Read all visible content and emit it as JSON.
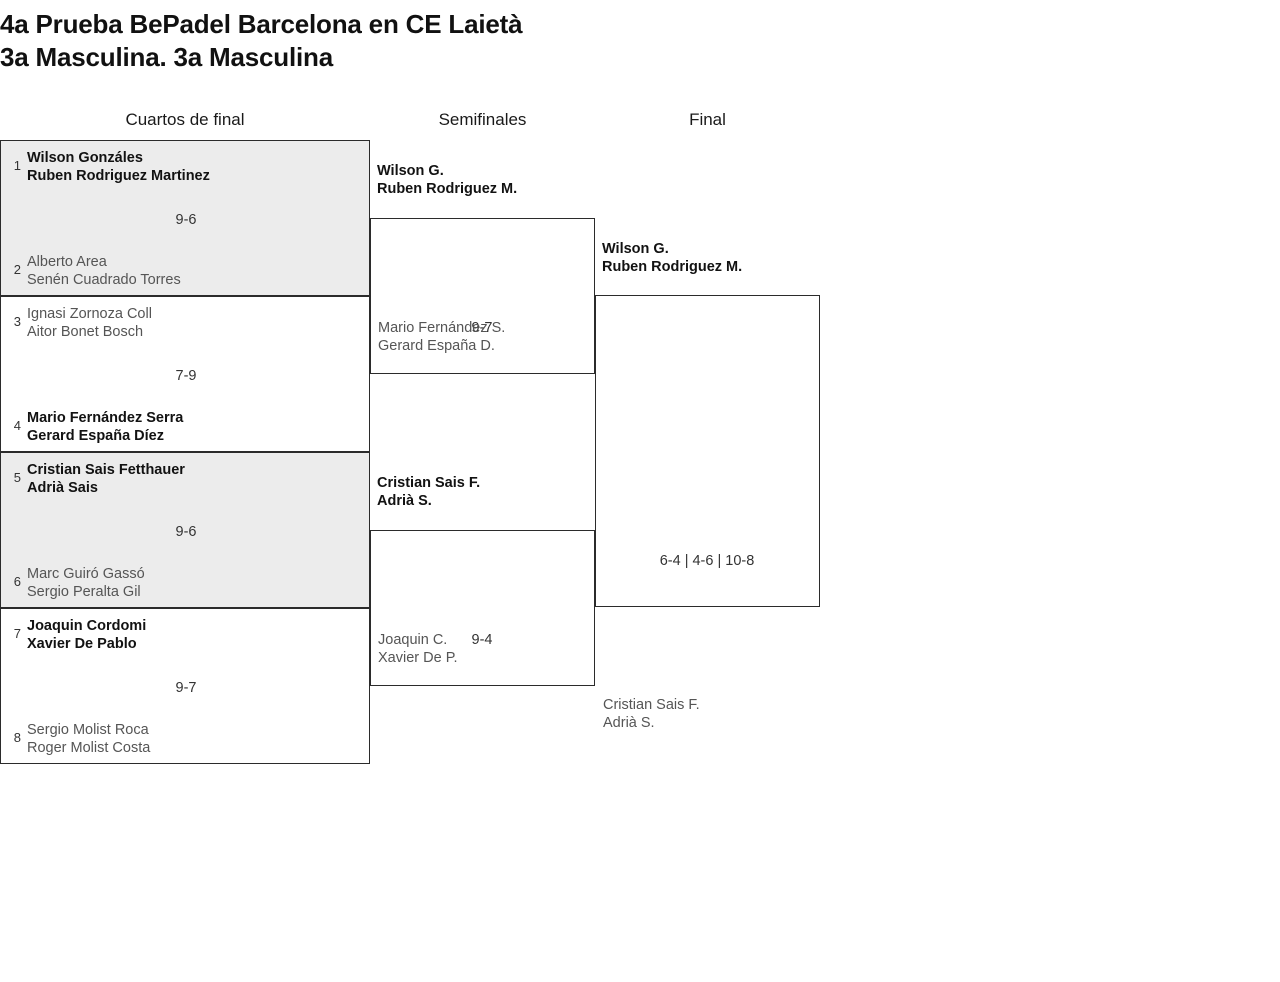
{
  "title": {
    "line1": "4a Prueba BePadel Barcelona en CE Laietà",
    "line2": "3a Masculina. 3a Masculina"
  },
  "rounds": {
    "quarterfinals_label": "Cuartos de final",
    "semifinals_label": "Semifinales",
    "final_label": "Final"
  },
  "quarterfinals": [
    {
      "seed_top": "1",
      "top_p1": "Wilson Gonzáles",
      "top_p2": "Ruben Rodriguez Martinez",
      "seed_bottom": "2",
      "bottom_p1": "Alberto Area",
      "bottom_p2": "Senén Cuadrado Torres",
      "score": "9-6"
    },
    {
      "seed_top": "3",
      "top_p1": "Ignasi Zornoza Coll",
      "top_p2": "Aitor Bonet Bosch",
      "seed_bottom": "4",
      "bottom_p1": "Mario Fernández Serra",
      "bottom_p2": "Gerard España Díez",
      "score": "7-9"
    },
    {
      "seed_top": "5",
      "top_p1": "Cristian Sais Fetthauer",
      "top_p2": "Adrià Sais",
      "seed_bottom": "6",
      "bottom_p1": "Marc Guiró Gassó",
      "bottom_p2": "Sergio Peralta Gil",
      "score": "9-6"
    },
    {
      "seed_top": "7",
      "top_p1": "Joaquin Cordomi",
      "top_p2": "Xavier De Pablo",
      "seed_bottom": "8",
      "bottom_p1": "Sergio Molist Roca",
      "bottom_p2": "Roger Molist Costa",
      "score": "9-7"
    }
  ],
  "semifinals": [
    {
      "top_p1": "Wilson G.",
      "top_p2": "Ruben Rodriguez M.",
      "bottom_p1": "Mario Fernández S.",
      "bottom_p2": "Gerard España D.",
      "score": "9-7"
    },
    {
      "top_p1": "Cristian Sais F.",
      "top_p2": "Adrià S.",
      "bottom_p1": "Joaquin C.",
      "bottom_p2": "Xavier De P.",
      "score": "9-4"
    }
  ],
  "final": {
    "top_p1": "Wilson G.",
    "top_p2": "Ruben Rodriguez M.",
    "bottom_p1": "Cristian Sais F.",
    "bottom_p2": "Adrià S.",
    "score": "6-4 | 4-6 | 10-8"
  },
  "colors": {
    "shaded_row": "#ececec",
    "border": "#2b2b2b",
    "winner_text": "#121212",
    "loser_text": "#555555"
  }
}
